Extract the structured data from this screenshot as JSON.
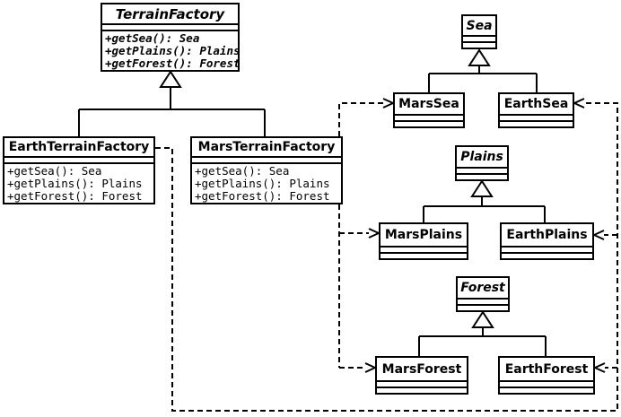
{
  "colors": {
    "line": "#000000",
    "background": "#ffffff"
  },
  "classes": {
    "terrainFactory": {
      "name": "TerrainFactory",
      "abstract": true,
      "methods": [
        "+getSea(): Sea",
        "+getPlains(): Plains",
        "+getForest(): Forest"
      ]
    },
    "earthTerrainFactory": {
      "name": "EarthTerrainFactory",
      "abstract": false,
      "methods": [
        "+getSea(): Sea",
        "+getPlains(): Plains",
        "+getForest(): Forest"
      ]
    },
    "marsTerrainFactory": {
      "name": "MarsTerrainFactory",
      "abstract": false,
      "methods": [
        "+getSea(): Sea",
        "+getPlains(): Plains",
        "+getForest(): Forest"
      ]
    },
    "sea": {
      "name": "Sea",
      "abstract": true
    },
    "marsSea": {
      "name": "MarsSea",
      "abstract": false
    },
    "earthSea": {
      "name": "EarthSea",
      "abstract": false
    },
    "plains": {
      "name": "Plains",
      "abstract": true
    },
    "marsPlains": {
      "name": "MarsPlains",
      "abstract": false
    },
    "earthPlains": {
      "name": "EarthPlains",
      "abstract": false
    },
    "forest": {
      "name": "Forest",
      "abstract": true
    },
    "marsForest": {
      "name": "MarsForest",
      "abstract": false
    },
    "earthForest": {
      "name": "EarthForest",
      "abstract": false
    }
  },
  "relationships": {
    "inheritance": [
      {
        "parent": "TerrainFactory",
        "children": [
          "EarthTerrainFactory",
          "MarsTerrainFactory"
        ]
      },
      {
        "parent": "Sea",
        "children": [
          "MarsSea",
          "EarthSea"
        ]
      },
      {
        "parent": "Plains",
        "children": [
          "MarsPlains",
          "EarthPlains"
        ]
      },
      {
        "parent": "Forest",
        "children": [
          "MarsForest",
          "EarthForest"
        ]
      }
    ],
    "dependencies": [
      {
        "from": "MarsTerrainFactory",
        "to": [
          "MarsSea",
          "MarsPlains",
          "MarsForest"
        ],
        "style": "dashed-open-arrow"
      },
      {
        "from": "EarthTerrainFactory",
        "to": [
          "EarthSea",
          "EarthPlains",
          "EarthForest"
        ],
        "style": "dashed-open-arrow"
      }
    ]
  }
}
